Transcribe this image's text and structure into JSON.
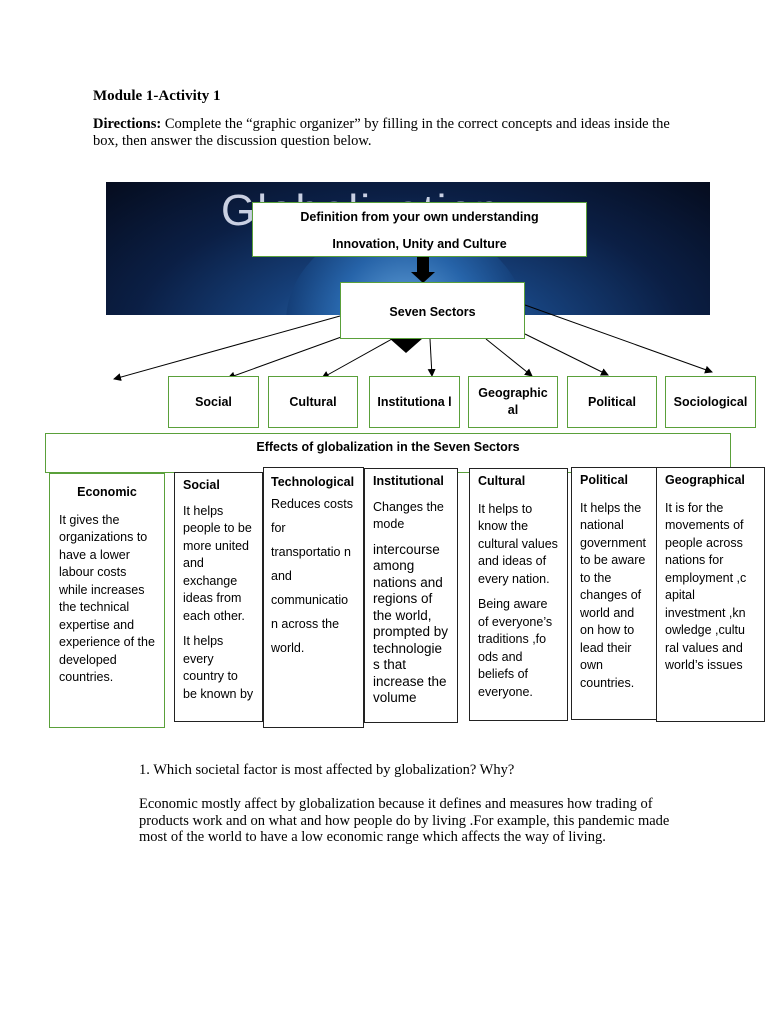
{
  "title": "Module 1-Activity 1",
  "directions": {
    "label": "Directions:",
    "text": " Complete the “graphic organizer” by filling in the correct concepts and ideas inside the box, then answer the discussion question below."
  },
  "banner": {
    "text": "Globalization"
  },
  "definition": {
    "heading": "Definition from your own understanding",
    "answer": "Innovation, Unity and Culture"
  },
  "seven_sectors_label": "Seven Sectors",
  "sectors": [
    "Social",
    "Cultural",
    "Institutiona l",
    "Geographic al",
    "Political",
    "Sociological"
  ],
  "effects_heading": "Effects of globalization in the Seven Sectors",
  "effects": {
    "economic": {
      "title": "Economic",
      "paras": [
        "It gives the organizations to have a lower labour  costs while increases the technical expertise and experience of the developed countries."
      ]
    },
    "social": {
      "title": "Social",
      "paras": [
        "It  helps people to be more united and exchange ideas from each other.",
        "It helps every country to be known by"
      ]
    },
    "technological": {
      "title": "Technological",
      "paras": [
        "Reduces costs for transportatio n and communicatio n across the world."
      ]
    },
    "institutional": {
      "title": "Institutional",
      "paras": [
        "Changes the mode",
        "intercourse among nations and regions of the world, prompted by technologie s that increase the volume"
      ]
    },
    "cultural": {
      "title": "Cultural",
      "paras": [
        "It helps to know the cultural values and ideas of every nation.",
        "Being aware of everyone’s traditions ,fo ods and beliefs of everyone."
      ]
    },
    "political": {
      "title": "Political",
      "paras": [
        "It helps the national government to be aware to the changes of world and on how to lead their own countries."
      ]
    },
    "geographical": {
      "title": "Geographical",
      "paras": [
        "It is for the movements of people across nations for employment ,c apital investment ,kn owledge ,cultu ral values and world’s issues"
      ]
    }
  },
  "question": "1. Which societal factor is most affected by globalization? Why?",
  "answer": "Economic mostly affect by globalization because it defines and measures how trading of products work and on what and how people do by living .For example, this pandemic made most of the world to have a low economic range which affects the way of living."
}
